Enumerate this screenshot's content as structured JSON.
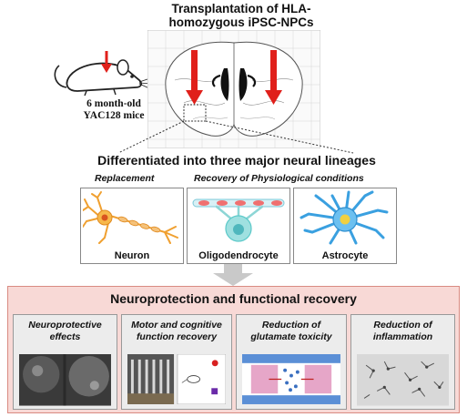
{
  "title": "Transplantation of HLA-homozygous iPSC-NPCs",
  "mouse_label": "6 month-old YAC128 mice",
  "differentiation_title": "Differentiated into three major neural lineages",
  "subtitles": {
    "replacement": "Replacement",
    "recovery": "Recovery of Physiological conditions"
  },
  "cells": [
    {
      "name": "Neuron"
    },
    {
      "name": "Oligodendrocyte"
    },
    {
      "name": "Astrocyte"
    }
  ],
  "outcome_title": "Neuroprotection and functional recovery",
  "outcomes": [
    {
      "title": "Neuroprotective effects"
    },
    {
      "title": "Motor and cognitive function recovery"
    },
    {
      "title": "Reduction of glutamate toxicity"
    },
    {
      "title": "Reduction of inflammation"
    }
  ],
  "colors": {
    "arrow_red": "#e0201b",
    "panel_pink": "#f8d9d6",
    "neuron_orange": "#f0a030",
    "oligo_teal": "#5cc9c9",
    "astro_blue": "#3aa0e0"
  }
}
